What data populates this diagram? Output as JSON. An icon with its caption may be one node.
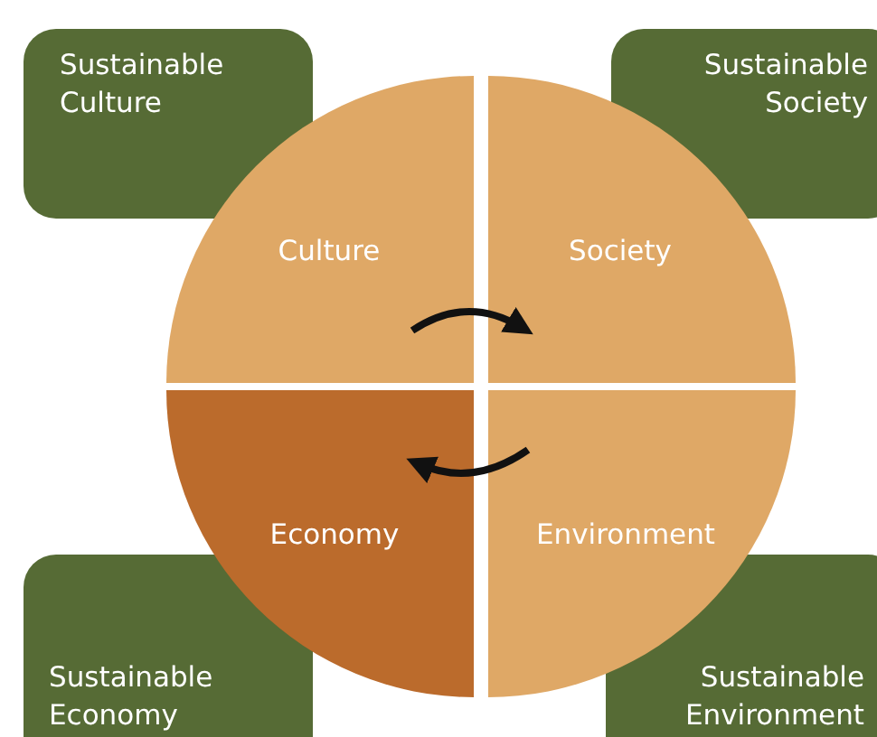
{
  "diagram": {
    "nodes": [
      {
        "text": [
          "Sustainable Culture"
        ]
      },
      {
        "text": [
          "Sustainable Society"
        ]
      },
      {
        "text": [
          "Sustainable Economy"
        ]
      },
      {
        "text": [
          "Sustainable Environment"
        ]
      },
      {
        "text": [
          "Culture"
        ]
      },
      {
        "text": [
          "Society"
        ]
      },
      {
        "text": [
          "Economy"
        ]
      },
      {
        "text": [
          "Environment"
        ]
      }
    ],
    "edges": [
      {
        "from": 4,
        "to": 5,
        "arrow": "to"
      },
      {
        "from": 7,
        "to": 6,
        "arrow": "to"
      }
    ]
  }
}
